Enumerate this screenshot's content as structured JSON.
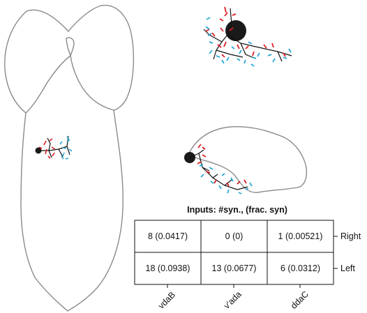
{
  "table": {
    "title": "Inputs: #syn., (frac. syn)",
    "rows": [
      "Right",
      "Left"
    ],
    "columns": [
      "vdaB",
      "v'ada",
      "ddaC"
    ],
    "cells": [
      [
        "8 (0.0417)",
        "0 (0)",
        "1 (0.00521)"
      ],
      [
        "18 (0.0938)",
        "13 (0.0677)",
        "6 (0.0312)"
      ]
    ]
  },
  "colors": {
    "outline": "#8a8a8a",
    "skeleton": "#111111",
    "presynapse": "#e01b24",
    "postsynapse": "#2aa9d6",
    "soma": "#1a1a1a"
  }
}
